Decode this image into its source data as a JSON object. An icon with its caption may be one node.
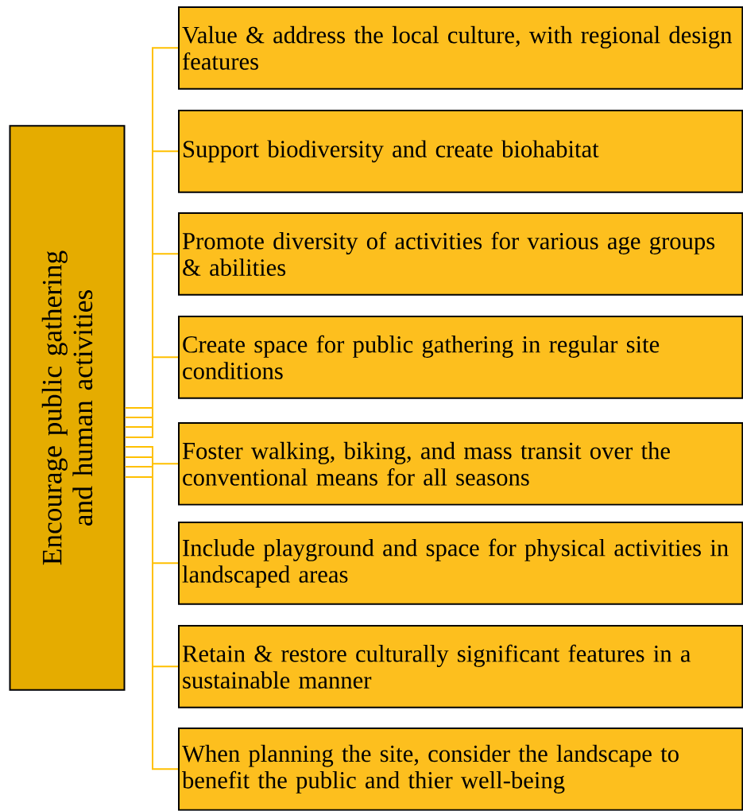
{
  "diagram": {
    "nodes": [
      {
        "text": [
          "Encourage public gathering and human activities"
        ]
      },
      {
        "text": [
          "Value & address the local culture, with regional design features"
        ]
      },
      {
        "text": [
          "Support biodiversity and create biohabitat"
        ]
      },
      {
        "text": [
          "Promote diversity of activities for various age groups & abilities"
        ]
      },
      {
        "text": [
          "Create space for public gathering in regular site conditions"
        ]
      },
      {
        "text": [
          "Foster walking, biking, and mass transit over the conventional means for all seasons"
        ]
      },
      {
        "text": [
          "Include playground and space for physical activities in landscaped areas"
        ]
      },
      {
        "text": [
          "Retain & restore culturally significant features in a sustainable manner"
        ]
      },
      {
        "text": [
          "When planning the site, consider the landscape to benefit the public and thier well-being"
        ]
      }
    ],
    "edges": [
      {
        "from": 0,
        "to": 1,
        "arrow": "none"
      },
      {
        "from": 0,
        "to": 2,
        "arrow": "none"
      },
      {
        "from": 0,
        "to": 3,
        "arrow": "none"
      },
      {
        "from": 0,
        "to": 4,
        "arrow": "none"
      },
      {
        "from": 0,
        "to": 5,
        "arrow": "none"
      },
      {
        "from": 0,
        "to": 6,
        "arrow": "none"
      },
      {
        "from": 0,
        "to": 7,
        "arrow": "none"
      },
      {
        "from": 0,
        "to": 8,
        "arrow": "none"
      }
    ]
  }
}
